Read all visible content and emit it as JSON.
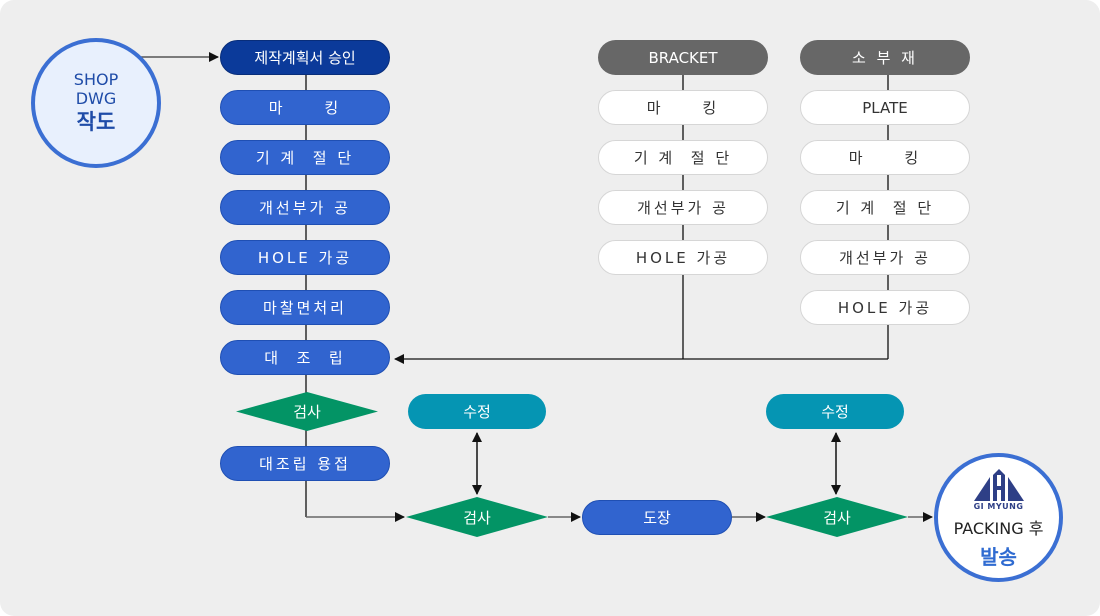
{
  "diagram": {
    "start": {
      "line1": "SHOP",
      "line2": "DWG",
      "line3": "작도"
    },
    "main_flow": {
      "approval": "제작계획서 승인",
      "steps": [
        "마     킹",
        "기 계  절 단",
        "개선부가 공",
        "HOLE 가공",
        "마찰면처리",
        "대  조  립"
      ],
      "inspection1": "검사",
      "welding": "대조립 용접"
    },
    "bracket_flow": {
      "header": "BRACKET",
      "steps": [
        "마     킹",
        "기 계  절 단",
        "개선부가 공",
        "HOLE 가공"
      ]
    },
    "parts_flow": {
      "header": "소 부 재",
      "steps": [
        "PLATE",
        "마     킹",
        "기 계  절 단",
        "개선부가 공",
        "HOLE 가공"
      ]
    },
    "bottom_flow": {
      "revise1": "수정",
      "inspection2": "검사",
      "painting": "도장",
      "revise2": "수정",
      "inspection3": "검사"
    },
    "end": {
      "logo_text": "GI MYUNG",
      "line1": "PACKING 후",
      "line2": "발송"
    },
    "colors": {
      "process_blue": "#3164cf",
      "approval_navy": "#0b3a9a",
      "header_gray": "#676767",
      "inspection_green": "#039465",
      "revise_teal": "#0595b3",
      "circle_border": "#3b6fd3"
    }
  }
}
